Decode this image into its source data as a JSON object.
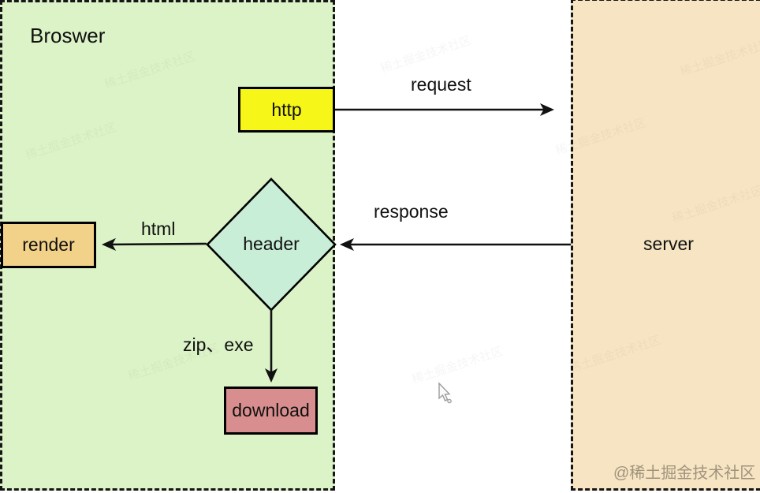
{
  "diagram": {
    "browser": {
      "label": "Broswer"
    },
    "server": {
      "label": "server"
    },
    "nodes": {
      "http": {
        "label": "http"
      },
      "header": {
        "label": "header"
      },
      "render": {
        "label": "render"
      },
      "download": {
        "label": "download"
      }
    },
    "edges": {
      "request": {
        "label": "request"
      },
      "response": {
        "label": "response"
      },
      "html": {
        "label": "html"
      },
      "zip_exe": {
        "label": "zip、exe"
      }
    },
    "colors": {
      "browser_fill": "#dbf3c7",
      "server_fill": "#f6e4c2",
      "http_fill": "#f7f619",
      "header_fill": "#c8eed8",
      "render_fill": "#f2d189",
      "download_fill": "#d88e8e",
      "region_border": "#161616",
      "node_border": "#000000",
      "arrow": "#111111"
    },
    "watermark": {
      "text": "@稀土掘金技术社区",
      "faint_text": "稀土掘金技术社区"
    }
  }
}
